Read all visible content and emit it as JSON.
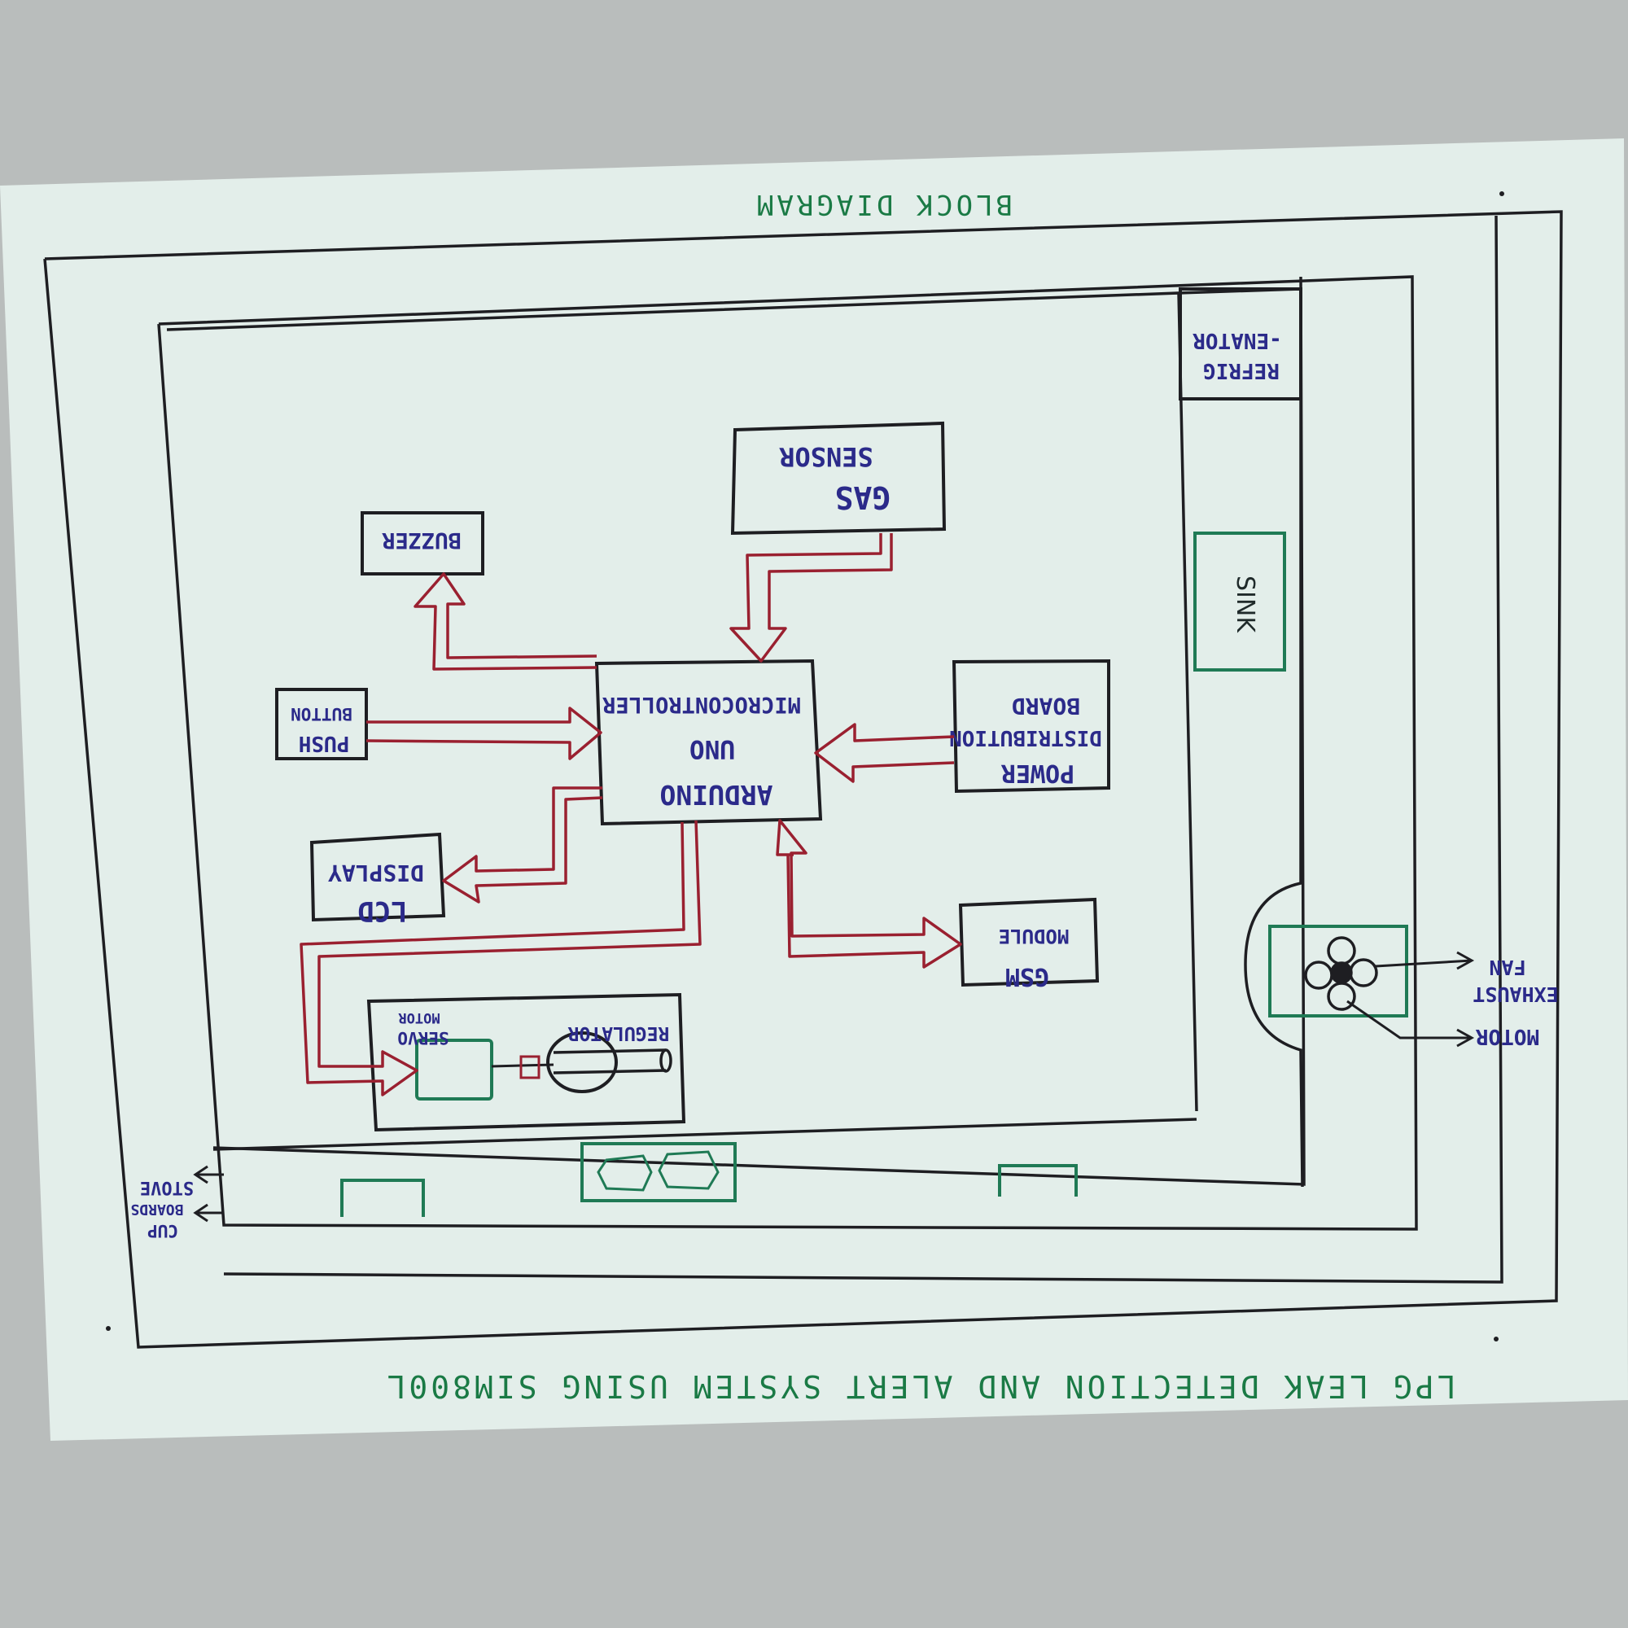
{
  "title": "BLOCK DIAGRAM",
  "caption": "LPG LEAK DETECTION AND ALERT SYSTEM USING SIM800L",
  "blocks": {
    "arduino": [
      "ARDUINO",
      "UNO",
      "MICROCONTROLLER"
    ],
    "gas_sensor": [
      "GAS",
      "SENSOR"
    ],
    "buzzer": [
      "BUZZER"
    ],
    "push_button": [
      "PUSH",
      "BUTTON"
    ],
    "power_board": [
      "POWER",
      "DISTRIBUTION",
      "BOARD"
    ],
    "lcd_display": [
      "LCD",
      "DISPLAY"
    ],
    "gsm_module": [
      "GSM",
      "MODULE"
    ],
    "servo_motor": [
      "SERVO",
      "MOTOR"
    ],
    "regulator": [
      "REGULATOR"
    ]
  },
  "room": {
    "refrigerator": [
      "REFRIG",
      "-ENATOR"
    ],
    "sink": "SINK",
    "exhaust_fan": [
      "EXHAUST",
      "FAN"
    ],
    "motor": "MOTOR",
    "stove": "STOVE",
    "cupboards": [
      "CUP",
      "BOARDS"
    ]
  },
  "colors": {
    "paper": "#e3eeea",
    "ink_black": "#1e1e22",
    "ink_blue": "#2b2a8a",
    "ink_red": "#9a2030",
    "ink_green": "#1a7a45"
  }
}
